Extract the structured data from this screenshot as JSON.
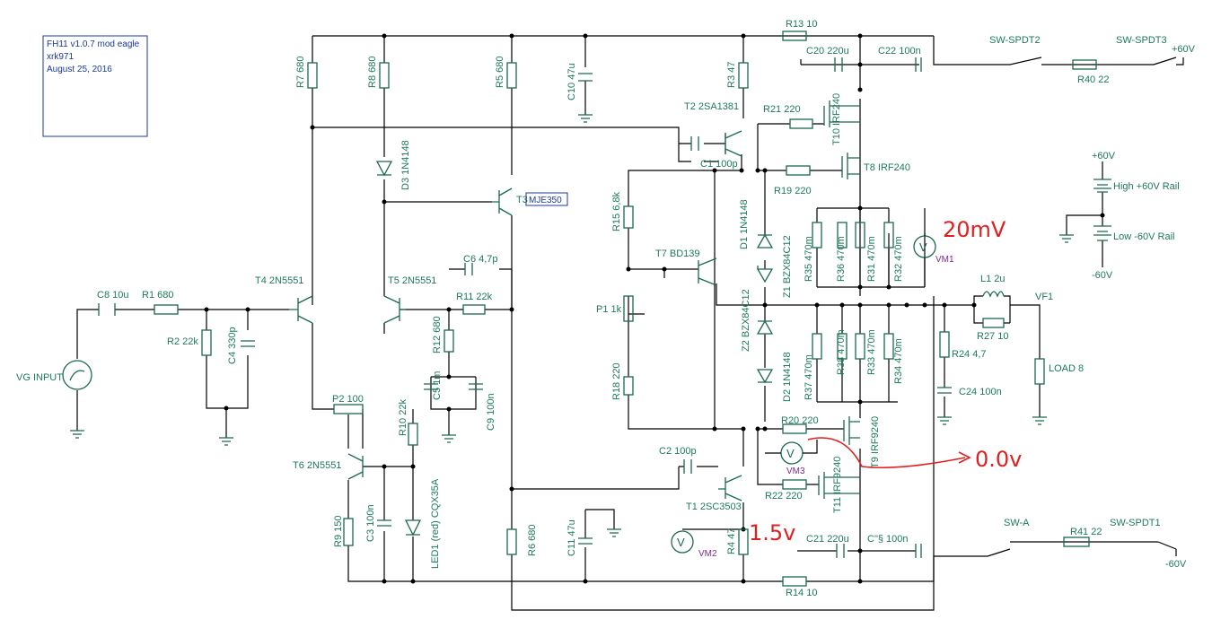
{
  "header": {
    "line1": "FH11 v1.0.7 mod eagle",
    "line2": "xrk971",
    "line3": "August 25, 2016"
  },
  "labels": {
    "R13": "R13 10",
    "R14": "R14 10",
    "R7": "R7 680",
    "R8": "R8 680",
    "R5": "R5 680",
    "C10": "C10 47u",
    "R3": "R3 47",
    "T2": "T2 2SA1381",
    "C20": "C20 220u",
    "C22": "C22 100n",
    "SW2": "SW-SPDT2",
    "SW3": "SW-SPDT3",
    "R40": "R40 22",
    "p60a": "+60V",
    "R21": "R21 220",
    "T10": "T10 IRF240",
    "T8": "T8 IRF240",
    "C1": "C1 100p",
    "R19": "R19 220",
    "D3": "D3 1N4148",
    "T3": "T3",
    "MJE": "MJE350",
    "R15": "R15 6,8k",
    "D1": "D1 1N4148",
    "Z1": "Z1 BZX84C12",
    "R35": "R35 470m",
    "R36": "R36 470m",
    "R31": "R31 470m",
    "R32": "R32 470m",
    "VM1": "VM1",
    "p60b": "+60V",
    "hi": "High +60V Rail",
    "lo": "Low -60V Rail",
    "m60a": "-60V",
    "T7": "T7 BD139",
    "C6": "C6 4,7p",
    "T4": "T4 2N5551",
    "T5": "T5 2N5551",
    "C8": "C8 10u",
    "R1": "R1 680",
    "R11": "R11 22k",
    "L1": "L1 2u",
    "VF1": "VF1",
    "P1": "P1 1k",
    "Z2": "Z2 BZX84C12",
    "R27": "R27 10",
    "R2": "R2 22k",
    "C4": "C4 330p",
    "VG": "VG INPUT",
    "R12": "R12 680",
    "C5": "C5 1m",
    "C9": "C9 100n",
    "R18": "R18 220",
    "R37": "R37 470m",
    "R38": "R38 470m",
    "R33": "R33 470m",
    "R34": "R34 470m",
    "R24": "R24 4,7",
    "C24": "C24 100n",
    "LOAD": "LOAD 8",
    "D2": "D2 1N4148",
    "P2": "P2 100",
    "R10": "R10 22k",
    "R20": "R20 220",
    "T9": "T9 IRF9240",
    "VM3": "VM3",
    "C2": "C2 100p",
    "T6": "T6 2N5551",
    "T11": "T11 IRF9240",
    "R22": "R22 220",
    "T1": "T1 2SC3503",
    "SWA": "SW-A",
    "SW1": "SW-SPDT1",
    "R41": "R41 22",
    "m60b": "-60V",
    "R9": "R9 150",
    "C3": "C3 100n",
    "LED": "LED1 (red) CQX35A",
    "R6": "R6 680",
    "C11": "C11 47u",
    "R4": "R4 47",
    "VM2": "VM2",
    "C21": "C21 220u",
    "C19": "C\"§ 100n"
  },
  "annotations": {
    "a20mv": "20mV",
    "a0v": "0.0v",
    "a15v": "1.5v"
  },
  "colors": {
    "wire": "#000000",
    "component": "#1a6a4a",
    "label": "#1d7a5a",
    "probe": "#7a2a8a",
    "annotation": "#e02020",
    "header": "#1a3a9a"
  }
}
